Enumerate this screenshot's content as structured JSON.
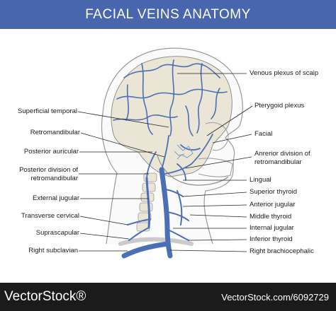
{
  "header": {
    "title": "FACIAL VEINS ANATOMY"
  },
  "labels_left": {
    "superficial_temporal": "Superficial temporal",
    "retromandibular": "Retromandibular",
    "posterior_auricular": "Posterior auricular",
    "posterior_division_line1": "Posterior division of",
    "posterior_division_line2": "retromandibular",
    "external_jugular": "External jugular",
    "transverse_cervical": "Transverse cervical",
    "suprascapular": "Suprascapular",
    "right_subclavian": "Right subclavian"
  },
  "labels_right": {
    "venous_plexus_scalp": "Venous plexus of scaip",
    "pterygoid_plexus": "Pterygoid plexus",
    "facial": "Facial",
    "anterior_division_line1": "Anrerior division of",
    "anterior_division_line2": "retromandibular",
    "lingual": "Lingual",
    "superior_thyroid": "Superior thyroid",
    "anterior_jugular": "Anterior jugular",
    "middle_thyroid": "Middle thyroid",
    "internal_jugular": "Internal jugular",
    "inferior_thyroid": "Inferior thyroid",
    "right_brachiocephalic": "Right brachiocephalic"
  },
  "footer": {
    "brand": "VectorStock®",
    "url": "VectorStock.com/6092729"
  },
  "colors": {
    "banner": "#4766ad",
    "vein": "#4a6fb5",
    "bone": "#eae4d6",
    "outline": "#8a8a8a",
    "footer": "#1b1b1b"
  }
}
